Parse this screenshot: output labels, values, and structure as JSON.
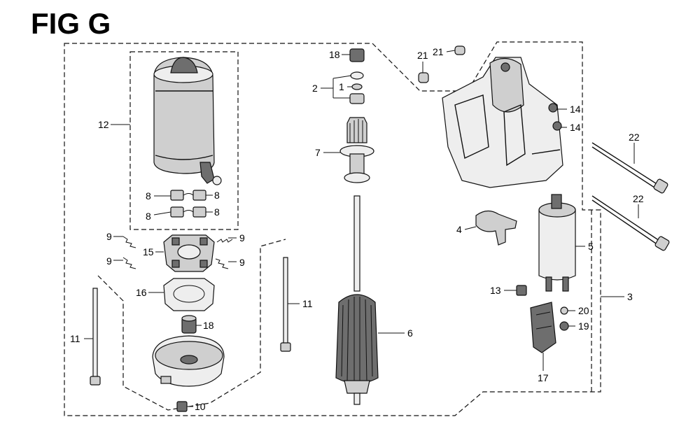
{
  "figure": {
    "title": "FIG G",
    "callouts": {
      "c1": "1",
      "c2": "2",
      "c3": "3",
      "c4": "4",
      "c5": "5",
      "c6": "6",
      "c7": "7",
      "c8a": "8",
      "c8b": "8",
      "c8c": "8",
      "c8d": "8",
      "c9a": "9",
      "c9b": "9",
      "c9c": "9",
      "c9d": "9",
      "c10": "10",
      "c11a": "11",
      "c11b": "11",
      "c12": "12",
      "c13": "13",
      "c14a": "14",
      "c14b": "14",
      "c15": "15",
      "c16": "16",
      "c17": "17",
      "c18a": "18",
      "c18b": "18",
      "c19": "19",
      "c20": "20",
      "c21a": "21",
      "c21b": "21",
      "c22a": "22",
      "c22b": "22"
    }
  }
}
